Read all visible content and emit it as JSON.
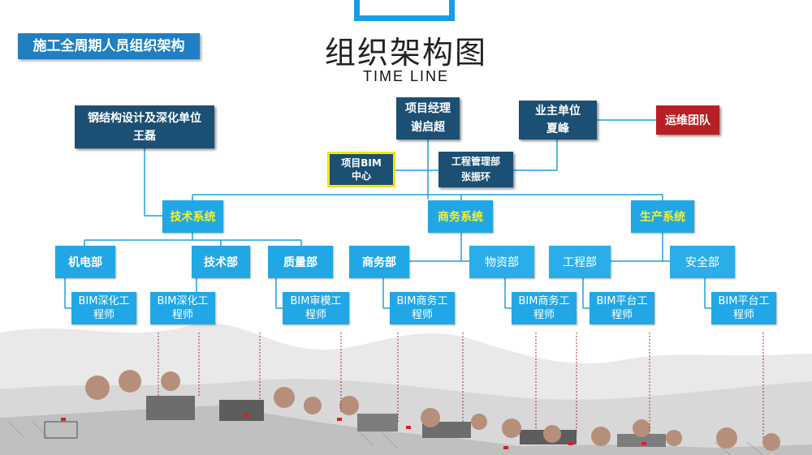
{
  "header": {
    "page_tag": "施工全周期人员组织架构",
    "title": "组织架构图",
    "subtitle": "TIME  LINE"
  },
  "org": {
    "steel_design": {
      "line1": "钢结构设计及深化单位",
      "line2": "王磊"
    },
    "project_manager": {
      "line1": "项目经理",
      "line2": "谢启超"
    },
    "owner": {
      "line1": "业主单位",
      "line2": "夏峰"
    },
    "om_team": "运维团队",
    "bim_center": {
      "line1": "项目BIM",
      "line2": "中心"
    },
    "eng_mgmt": {
      "line1": "工程管理部",
      "line2": "张振环"
    },
    "systems": {
      "tech": "技术系统",
      "business": "商务系统",
      "production": "生产系统"
    },
    "departments": {
      "mep": "机电部",
      "tech": "技术部",
      "quality": "质量部",
      "business": "商务部",
      "materials": "物资部",
      "engineering": "工程部",
      "safety": "安全部"
    },
    "engineers": [
      {
        "line1": "BIM深化工",
        "line2": "程师"
      },
      {
        "line1": "BIM深化工",
        "line2": "程师"
      },
      {
        "line1": "BIM审模工",
        "line2": "程师"
      },
      {
        "line1": "BIM商务工",
        "line2": "程师"
      },
      {
        "line1": "BIM商务工",
        "line2": "程师"
      },
      {
        "line1": "BIM平台工",
        "line2": "程师"
      },
      {
        "line1": "BIM平台工",
        "line2": "程师"
      }
    ]
  },
  "colors": {
    "dark_box": "#1b4f73",
    "system_box": "#21a7e6",
    "system_text": "#f5f02a",
    "om_team": "#b81f24",
    "bim_border": "#f2e512"
  }
}
